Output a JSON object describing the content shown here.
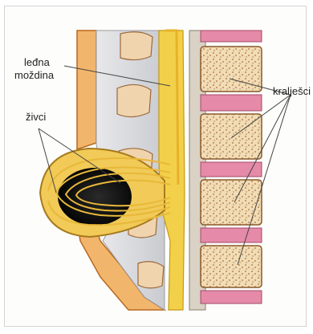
{
  "labels": {
    "spinal_cord_line1": "leđna",
    "spinal_cord_line2": "moždina",
    "nerves": "živci",
    "vertebrae": "kralješci"
  }
}
